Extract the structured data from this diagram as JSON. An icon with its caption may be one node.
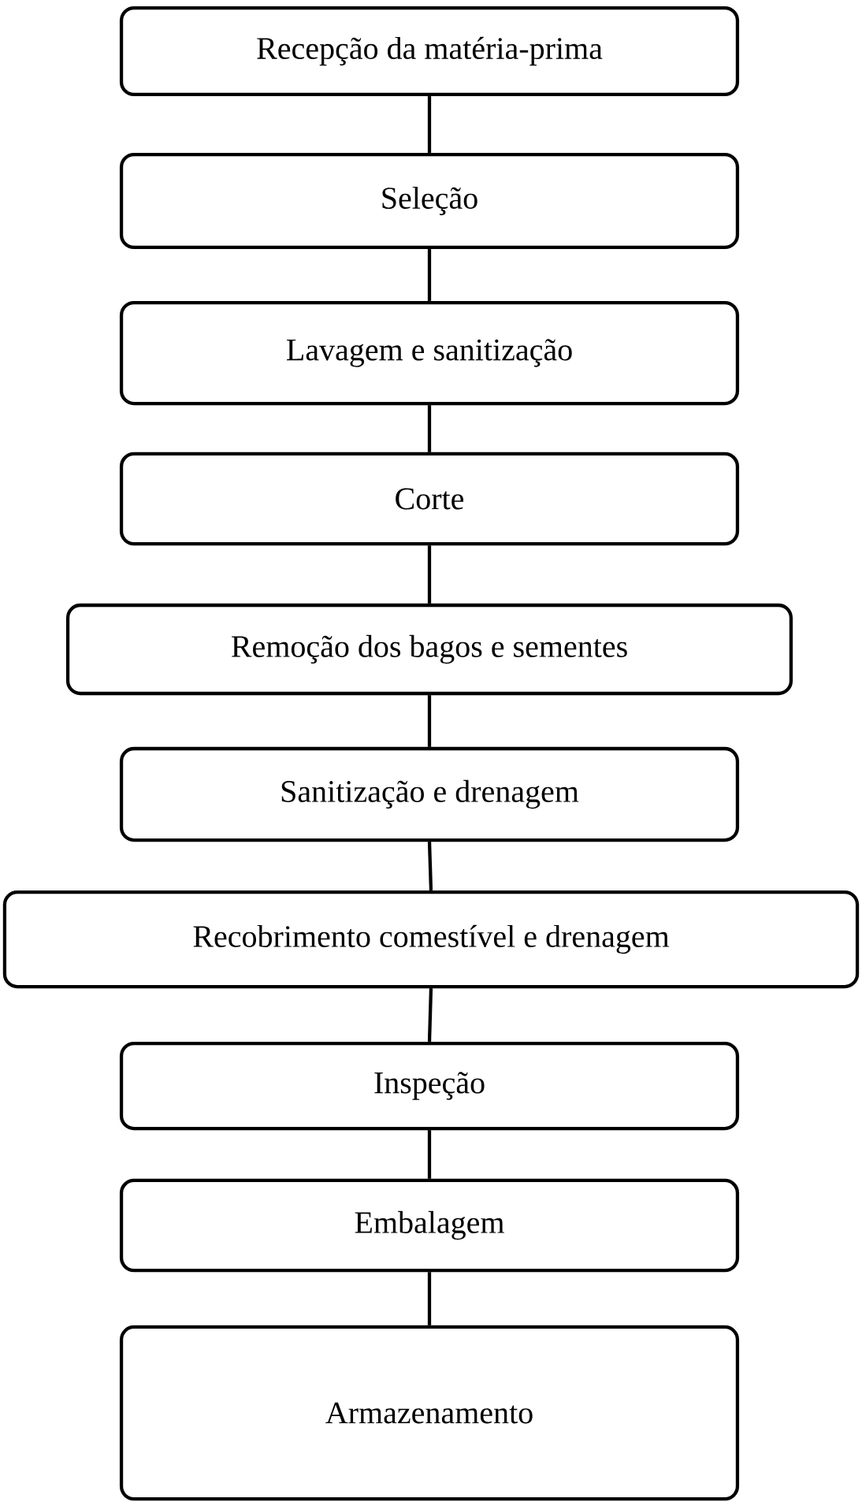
{
  "diagram": {
    "nodes": [
      {
        "text": [
          "Recepção da matéria-prima"
        ]
      },
      {
        "text": [
          "Seleção"
        ]
      },
      {
        "text": [
          "Lavagem e sanitização"
        ]
      },
      {
        "text": [
          "Corte"
        ]
      },
      {
        "text": [
          "Remoção dos bagos e sementes"
        ]
      },
      {
        "text": [
          "Sanitização e drenagem"
        ]
      },
      {
        "text": [
          "Recobrimento comestível e drenagem"
        ]
      },
      {
        "text": [
          "Inspeção"
        ]
      },
      {
        "text": [
          "Embalagem"
        ]
      },
      {
        "text": [
          "Armazenamento"
        ]
      }
    ],
    "edges": [
      {
        "from": 0,
        "to": 1,
        "arrow": "none"
      },
      {
        "from": 1,
        "to": 2,
        "arrow": "none"
      },
      {
        "from": 2,
        "to": 3,
        "arrow": "none"
      },
      {
        "from": 3,
        "to": 4,
        "arrow": "none"
      },
      {
        "from": 4,
        "to": 5,
        "arrow": "none"
      },
      {
        "from": 5,
        "to": 6,
        "arrow": "none"
      },
      {
        "from": 6,
        "to": 7,
        "arrow": "none"
      },
      {
        "from": 7,
        "to": 8,
        "arrow": "none"
      },
      {
        "from": 8,
        "to": 9,
        "arrow": "none"
      }
    ]
  }
}
